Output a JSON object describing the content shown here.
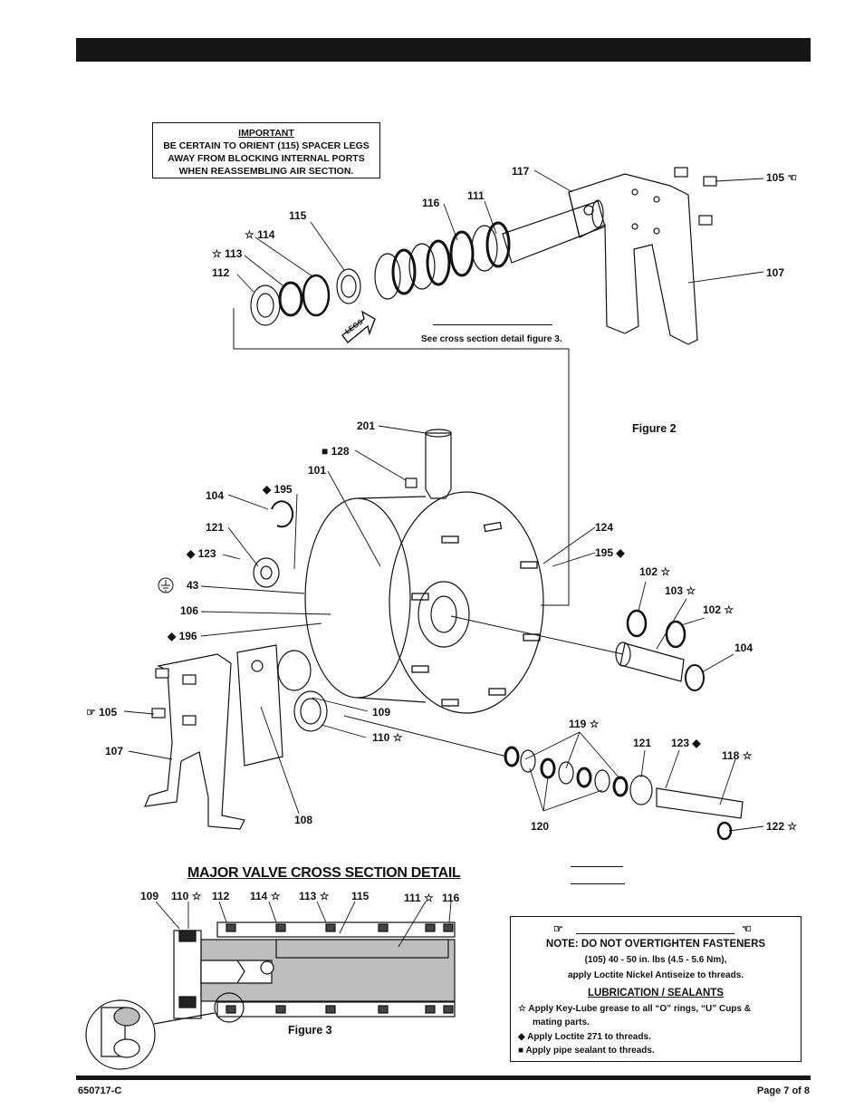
{
  "footer": {
    "doc_number": "650717-C",
    "page": "Page  7 of 8"
  },
  "important": {
    "title": "IMPORTANT",
    "line1": "BE CERTAIN TO ORIENT (115) SPACER LEGS",
    "line2": "AWAY FROM BLOCKING INTERNAL PORTS",
    "line3": "WHEN REASSEMBLING AIR SECTION."
  },
  "legs_arrow": "LEGS",
  "see_note": "See cross section detail figure 3.",
  "figure2": "Figure 2",
  "figure3": "Figure 3",
  "section_title": "MAJOR VALVE CROSS SECTION DETAIL",
  "callouts": {
    "c117": "117",
    "c105a": "105 ☜",
    "c111": "111",
    "c116": "116",
    "c115": "115",
    "c114": "☆ 114",
    "c113": "☆ 113",
    "c112": "112",
    "c107a": "107",
    "c201": "201",
    "c128": "■ 128",
    "c101": "101",
    "c104a": "104",
    "c195a": "◆ 195",
    "c121a": "121",
    "c123a": "◆ 123",
    "c43": "43",
    "c106": "106",
    "c196": "◆ 196",
    "c124": "124",
    "c195b": "195 ◆",
    "c102a": "102 ☆",
    "c103": "103 ☆",
    "c102b": "102 ☆",
    "c104b": "104",
    "c105b": "☞ 105",
    "c107b": "107",
    "c109": "109",
    "c110": "110 ☆",
    "c108": "108",
    "c119": "119 ☆",
    "c121b": "121",
    "c123b": "123 ◆",
    "c118": "118 ☆",
    "c120": "120",
    "c122": "122 ☆"
  },
  "xsection": {
    "c109": "109",
    "c110": "110 ☆",
    "c112": "112",
    "c114": "114 ☆",
    "c113": "113 ☆",
    "c115": "115",
    "c111": "111 ☆",
    "c116": "116"
  },
  "notes": {
    "heading": "NOTE: DO NOT OVERTIGHTEN FASTENERS",
    "torque": "(105) 40 - 50 in. lbs (4.5 - 5.6 Nm),",
    "loctite": "apply Loctite Nickel Antiseize to threads.",
    "lube_heading": "LUBRICATION / SEALANTS",
    "item1a": "☆   Apply Key-Lube grease to all “O” rings, “U” Cups &",
    "item1b": "mating parts.",
    "item2": "◆   Apply Loctite 271 to threads.",
    "item3": "■   Apply pipe sealant to threads.",
    "hand_left": "☞",
    "hand_right": "☜"
  },
  "colors": {
    "ink": "#111111",
    "gray": "#bdbdbd",
    "dark": "#161616"
  }
}
